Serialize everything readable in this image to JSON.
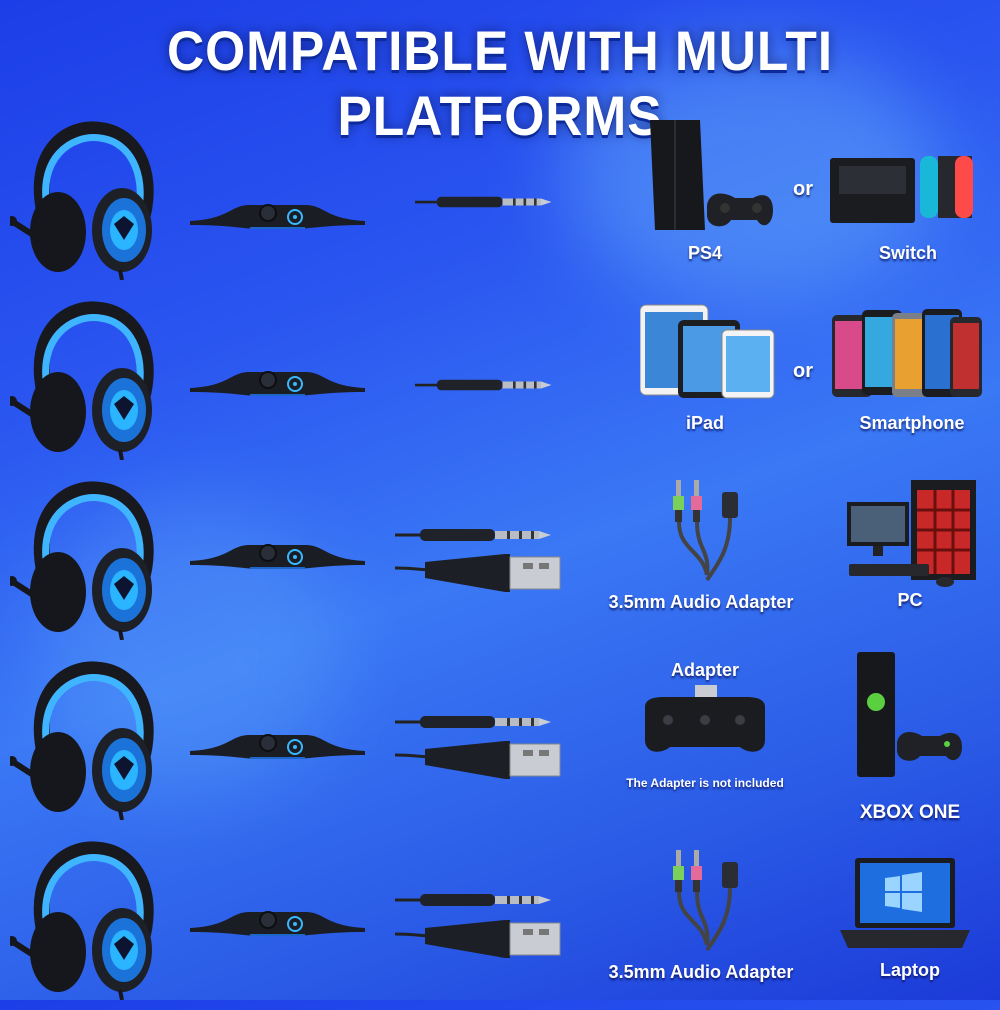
{
  "title": "COMPATIBLE WITH MULTI PLATFORMS",
  "colors": {
    "accent": "#39b8ff",
    "headset_dark": "#1a1d24",
    "bg": "#2a55f0"
  },
  "rows": [
    {
      "left_label": "PS4",
      "or": "or",
      "right_label": "Switch"
    },
    {
      "left_label": "iPad",
      "or": "or",
      "right_label": "Smartphone"
    },
    {
      "left_label": "3.5mm Audio Adapter",
      "right_label": "PC"
    },
    {
      "top_label": "Adapter",
      "left_label": "The Adapter is not included",
      "right_label": "XBOX ONE"
    },
    {
      "left_label": "3.5mm Audio Adapter",
      "right_label": "Laptop"
    }
  ],
  "icons": {
    "headset": "headset-icon",
    "controller": "inline-control-icon",
    "jack": "audio-jack-icon",
    "usb": "usb-plug-icon",
    "ps4": "ps4-console-icon",
    "switch": "switch-console-icon",
    "ipad": "ipad-icon",
    "smartphone": "smartphone-icon",
    "splitter": "audio-splitter-icon",
    "pc": "gaming-pc-icon",
    "xbox-adapter": "xbox-adapter-icon",
    "xbox": "xbox-console-icon",
    "laptop": "laptop-icon"
  }
}
